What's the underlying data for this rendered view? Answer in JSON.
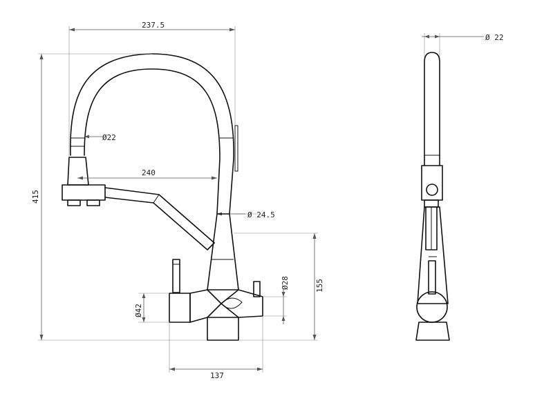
{
  "dimensions": {
    "spout_reach": "237.5",
    "hose_diameter": "Ø22",
    "nozzle_reach": "240",
    "total_height": "415",
    "neck_diameter": "Ø 24.5",
    "handle_diameter": "Ø28",
    "body_height": "155",
    "left_diameter": "Ø42",
    "base_width": "137",
    "side_diameter": "Ø 22"
  },
  "colors": {
    "outline": "#111111",
    "dimension": "#555555",
    "background": "#ffffff"
  }
}
